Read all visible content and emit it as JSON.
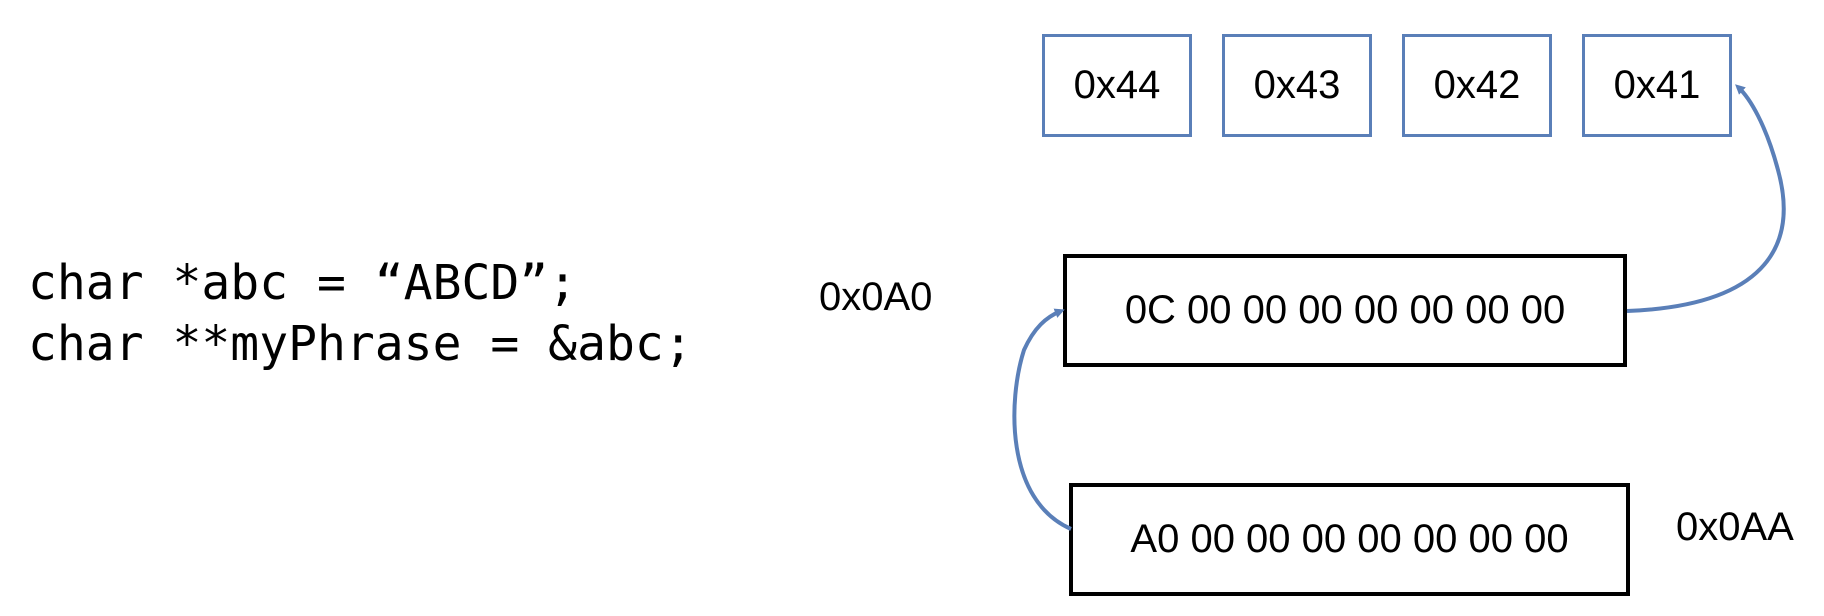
{
  "code": {
    "line1": "char *abc = “ABCD”;",
    "line2": "char **myPhrase = &abc;"
  },
  "bytes": [
    {
      "label": "0x44"
    },
    {
      "label": "0x43"
    },
    {
      "label": "0x42"
    },
    {
      "label": "0x41"
    }
  ],
  "memory": {
    "abc": {
      "address": "0x0A0",
      "value": "0C 00 00 00 00 00 00 00"
    },
    "myPhrase": {
      "address": "0x0AA",
      "value": "A0 00 00 00 00 00 00 00"
    }
  },
  "colors": {
    "byte_border": "#5a7fb8",
    "arrow": "#5a7fb8",
    "memory_border": "#000000"
  }
}
